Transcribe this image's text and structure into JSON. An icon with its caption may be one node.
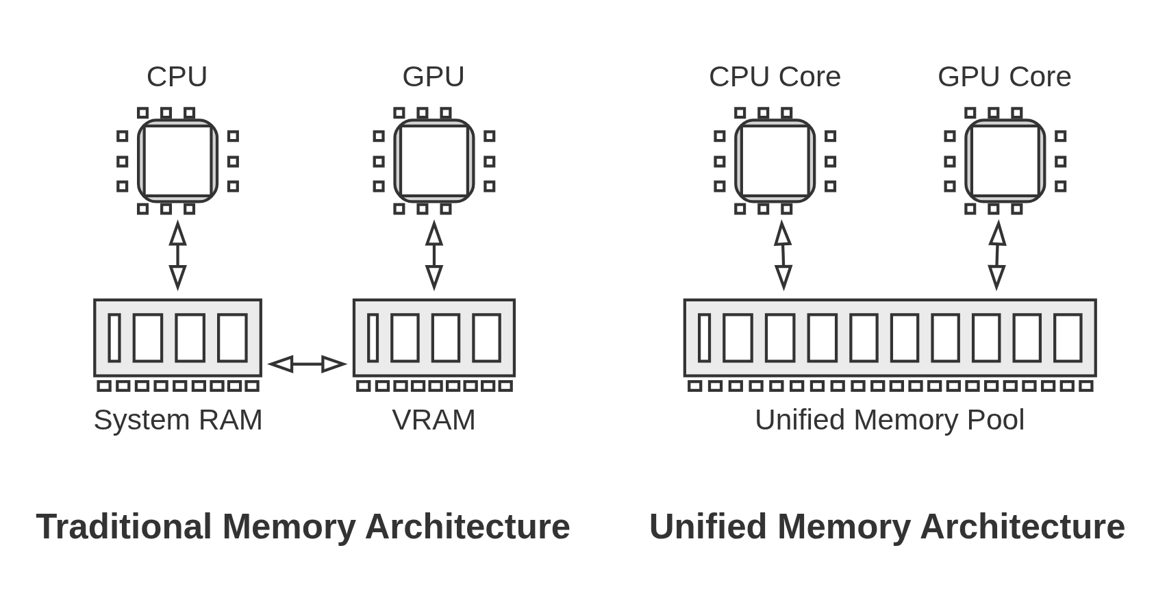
{
  "diagram": {
    "nodes": [
      {
        "text": [
          "CPU"
        ]
      },
      {
        "text": [
          "GPU"
        ]
      },
      {
        "text": [
          "System RAM"
        ]
      },
      {
        "text": [
          "VRAM"
        ]
      },
      {
        "text": [
          "CPU Core"
        ]
      },
      {
        "text": [
          "GPU Core"
        ]
      },
      {
        "text": [
          "Unified Memory Pool"
        ]
      }
    ],
    "edges": [
      {
        "from": 0,
        "to": 2,
        "arrow": "both"
      },
      {
        "from": 1,
        "to": 3,
        "arrow": "both"
      },
      {
        "from": 2,
        "to": 3,
        "arrow": "both"
      },
      {
        "from": 4,
        "to": 6,
        "arrow": "both"
      },
      {
        "from": 5,
        "to": 6,
        "arrow": "both"
      }
    ],
    "labels": [
      "Traditional Memory Architecture",
      "Unified Memory Architecture"
    ]
  }
}
